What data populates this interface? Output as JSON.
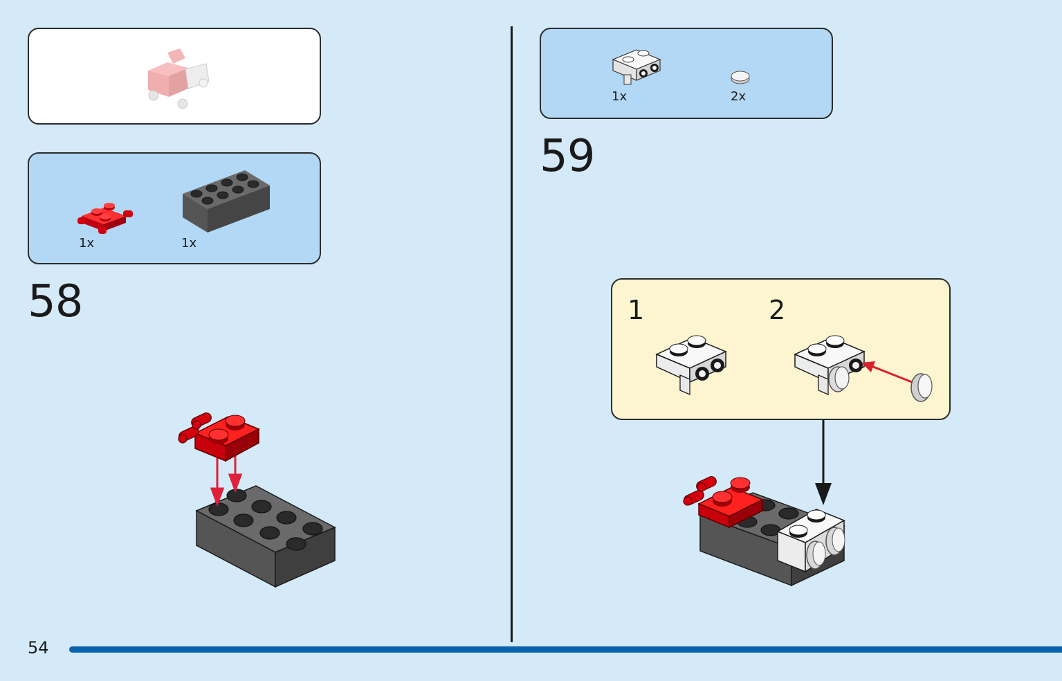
{
  "page": {
    "number": "54"
  },
  "step58": {
    "number": "58",
    "parts": [
      {
        "qty": "1x",
        "icon": "red-plate-with-clips"
      },
      {
        "qty": "1x",
        "icon": "dark-gray-brick-2x4"
      }
    ]
  },
  "step59": {
    "number": "59",
    "parts": [
      {
        "qty": "1x",
        "icon": "white-bracket-plate"
      },
      {
        "qty": "2x",
        "icon": "transparent-round-tile"
      }
    ],
    "substeps": [
      {
        "number": "1"
      },
      {
        "number": "2"
      }
    ]
  },
  "colors": {
    "background": "#d4eaf8",
    "parts_panel": "#b3d8f5",
    "substep_panel": "#fdf5cf",
    "accent_bar": "#0a63ad",
    "brick_red": "#e0000f",
    "brick_dark_gray": "#5a5a5a",
    "brick_white": "#f4f4f4"
  }
}
